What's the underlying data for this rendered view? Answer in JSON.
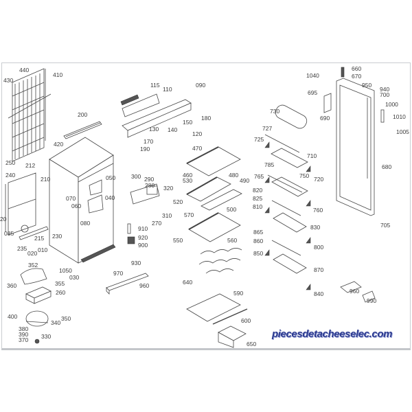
{
  "title": "Refrigerator exploded parts diagram",
  "watermark": "piecesdetacheeselec.com",
  "labels": [
    "440",
    "410",
    "430",
    "200",
    "115",
    "110",
    "090",
    "180",
    "150",
    "130",
    "140",
    "120",
    "170",
    "190",
    "420",
    "250",
    "212",
    "240",
    "210",
    "050",
    "070",
    "060",
    "040",
    "20",
    "085",
    "215",
    "230",
    "235",
    "010",
    "020",
    "080",
    "300",
    "290",
    "280",
    "320",
    "310",
    "270",
    "910",
    "920",
    "900",
    "930",
    "352",
    "360",
    "355",
    "260",
    "400",
    "350",
    "340",
    "330",
    "380",
    "390",
    "370",
    "1050",
    "030",
    "970",
    "960",
    "470",
    "460",
    "530",
    "480",
    "490",
    "520",
    "500",
    "570",
    "550",
    "560",
    "640",
    "590",
    "600",
    "650",
    "730",
    "727",
    "725",
    "710",
    "785",
    "765",
    "750",
    "720",
    "820",
    "825",
    "810",
    "760",
    "830",
    "865",
    "860",
    "850",
    "800",
    "870",
    "840",
    "960",
    "990",
    "660",
    "670",
    "1040",
    "950",
    "695",
    "940",
    "700",
    "690",
    "1000",
    "1010",
    "1005",
    "680",
    "705"
  ]
}
